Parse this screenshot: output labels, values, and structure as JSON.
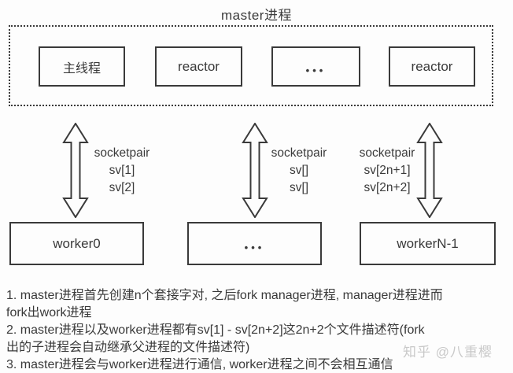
{
  "title": "master进程",
  "master_box": {
    "threads": [
      {
        "label": "主线程"
      },
      {
        "label": "reactor"
      },
      {
        "label": "•••"
      },
      {
        "label": "reactor"
      }
    ]
  },
  "channels": [
    {
      "label_lines": [
        "socketpair",
        "sv[1]",
        "sv[2]"
      ]
    },
    {
      "label_lines": [
        "socketpair",
        "sv[]",
        "sv[]"
      ]
    },
    {
      "label_lines": [
        "socketpair",
        "sv[2n+1]",
        "sv[2n+2]"
      ]
    }
  ],
  "workers": [
    {
      "label": "worker0"
    },
    {
      "label": "•••"
    },
    {
      "label": "workerN-1"
    }
  ],
  "notes_lines": [
    "1. master进程首先创建n个套接字对, 之后fork manager进程, manager进程进而",
    "fork出work进程",
    "2. master进程以及worker进程都有sv[1] - sv[2n+2]这2n+2个文件描述符(fork",
    "出的子进程会自动继承父进程的文件描述符)",
    "3. master进程会与worker进程进行通信, worker进程之间不会相互通信"
  ],
  "watermark": "知乎 @八重樱",
  "colors": {
    "ink": "#3a3a3a",
    "paper": "#fdfdfd",
    "watermark": "#c9c9c9"
  }
}
